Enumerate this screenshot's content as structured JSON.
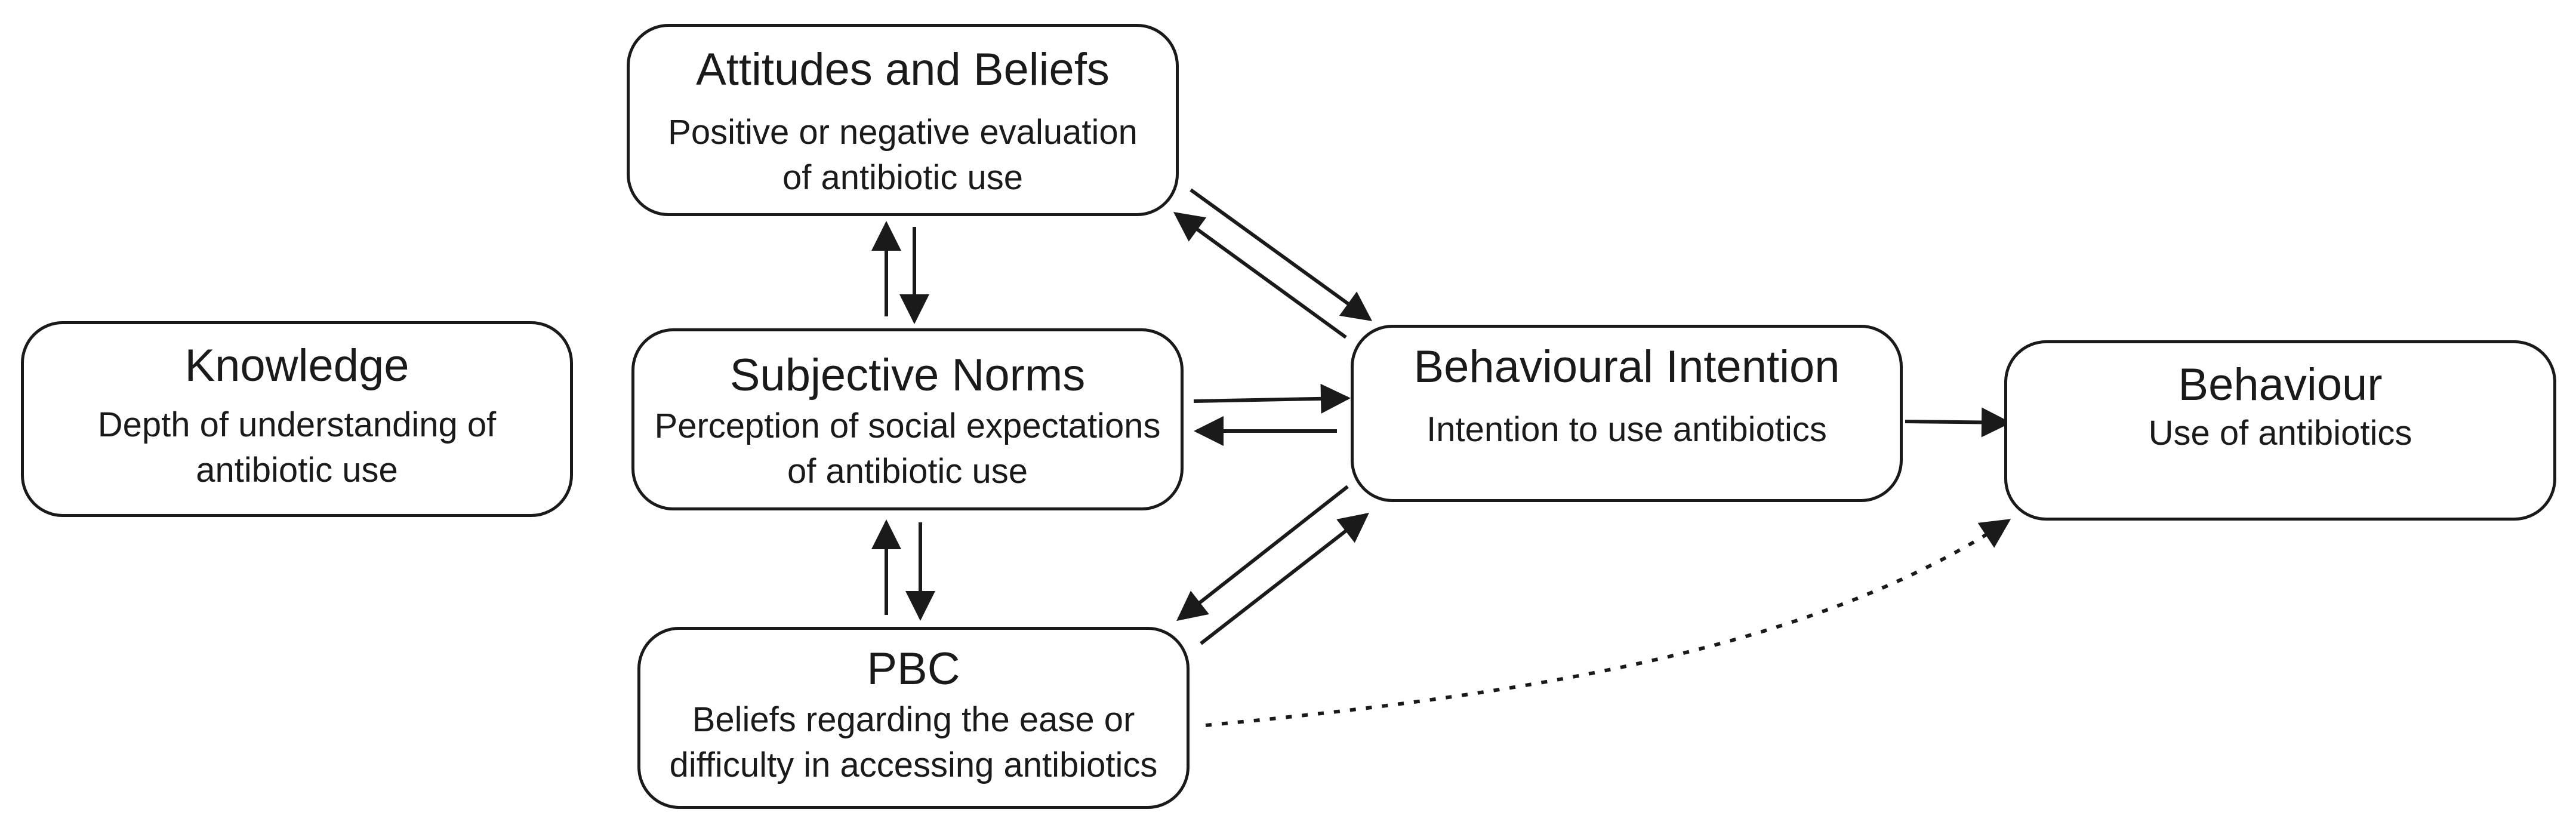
{
  "nodes": {
    "attitudes": {
      "title": "Attitudes and Beliefs",
      "desc": "Positive or negative evaluation of antibiotic use"
    },
    "knowledge": {
      "title": "Knowledge",
      "desc": "Depth of understanding of antibiotic use"
    },
    "norms": {
      "title": "Subjective Norms",
      "desc": "Perception of social expectations of antibiotic use"
    },
    "pbc": {
      "title": "PBC",
      "desc": "Beliefs regarding the ease or difficulty in accessing antibiotics"
    },
    "intention": {
      "title": "Behavioural Intention",
      "desc": "Intention to use antibiotics"
    },
    "behaviour": {
      "title": "Behaviour",
      "desc": "Use of antibiotics"
    }
  },
  "colors": {
    "stroke": "#1a1a1a",
    "background": "#ffffff"
  }
}
